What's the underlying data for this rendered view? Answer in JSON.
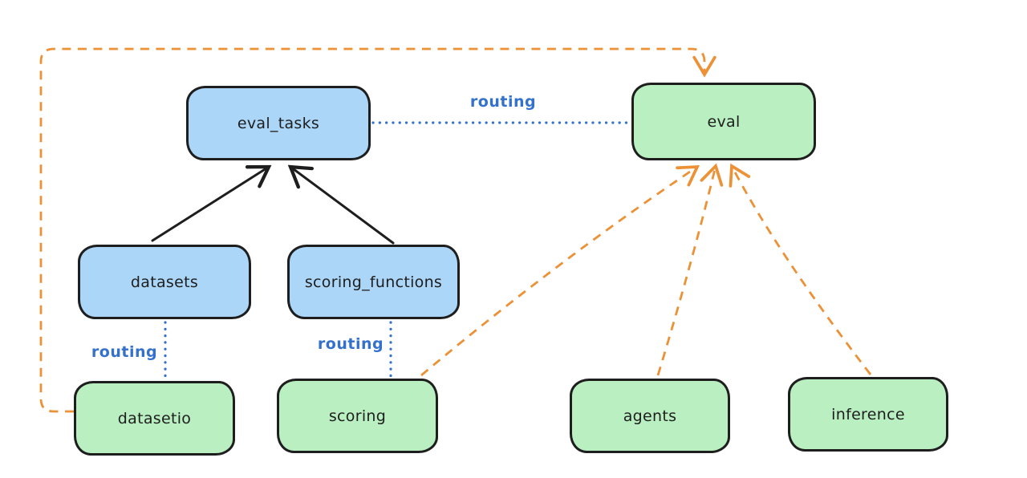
{
  "diagram": {
    "background": "#ffffff",
    "colors": {
      "node_blue_fill": "#abd6f8",
      "node_green_fill": "#b9efc1",
      "node_border": "#1e1e1e",
      "routing_blue": "#3371cd",
      "dashed_orange": "#ec9136",
      "solid_black": "#1e1e1e"
    },
    "nodes": {
      "eval_tasks": {
        "label": "eval_tasks",
        "color": "blue"
      },
      "eval": {
        "label": "eval",
        "color": "green"
      },
      "datasets": {
        "label": "datasets",
        "color": "blue"
      },
      "scoring_functions": {
        "label": "scoring_functions",
        "color": "blue"
      },
      "datasetio": {
        "label": "datasetio",
        "color": "green"
      },
      "scoring": {
        "label": "scoring",
        "color": "green"
      },
      "agents": {
        "label": "agents",
        "color": "green"
      },
      "inference": {
        "label": "inference",
        "color": "green"
      }
    },
    "edge_labels": {
      "routing_eval_tasks_eval": "routing",
      "routing_datasets_datasetio": "routing",
      "routing_scoring_functions_scoring": "routing"
    },
    "edges": [
      {
        "from": "datasets",
        "to": "eval_tasks",
        "style": "solid",
        "color": "#1e1e1e",
        "arrow": true
      },
      {
        "from": "scoring_functions",
        "to": "eval_tasks",
        "style": "solid",
        "color": "#1e1e1e",
        "arrow": true
      },
      {
        "from": "eval_tasks",
        "to": "eval",
        "style": "dotted",
        "color": "#3371cd",
        "arrow": false,
        "label": "routing"
      },
      {
        "from": "datasets",
        "to": "datasetio",
        "style": "dotted",
        "color": "#3371cd",
        "arrow": false,
        "label": "routing"
      },
      {
        "from": "scoring_functions",
        "to": "scoring",
        "style": "dotted",
        "color": "#3371cd",
        "arrow": false,
        "label": "routing"
      },
      {
        "from": "datasetio",
        "to": "eval",
        "style": "dashed",
        "color": "#ec9136",
        "arrow": true
      },
      {
        "from": "scoring",
        "to": "eval",
        "style": "dashed",
        "color": "#ec9136",
        "arrow": true
      },
      {
        "from": "agents",
        "to": "eval",
        "style": "dashed",
        "color": "#ec9136",
        "arrow": true
      },
      {
        "from": "inference",
        "to": "eval",
        "style": "dashed",
        "color": "#ec9136",
        "arrow": true
      }
    ]
  }
}
